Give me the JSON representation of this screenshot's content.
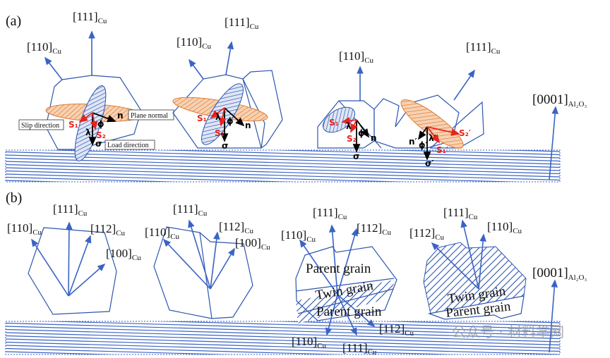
{
  "panel_a": {
    "label": "(a)",
    "axis_labels": [
      {
        "index": "[111]",
        "sub": "Cu"
      },
      {
        "index": "[110]",
        "sub": "Cu"
      },
      {
        "index": "[110]",
        "sub": "Cu"
      },
      {
        "index": "[111]",
        "sub": "Cu"
      },
      {
        "index": "[110]",
        "sub": "Cu"
      },
      {
        "index": "[111]",
        "sub": "Cu"
      }
    ],
    "substrate_label": {
      "index": "[0001]",
      "sub": "Al₂O₃"
    },
    "annotations": {
      "slip_direction": "Slip direction",
      "plane_normal": "Plane normal",
      "load_direction": "Load direction"
    },
    "symbols": {
      "s1": "S₁",
      "s2": "S₂",
      "n": "n",
      "phi": "ϕ",
      "lambda": "λ",
      "sigma": "σ",
      "s1p": "S₁′",
      "s2p": "S₂′",
      "np": "n′",
      "phip": "ϕ′",
      "lambdap": "λ′",
      "sigmap": "σ′"
    }
  },
  "panel_b": {
    "label": "(b)",
    "axis_labels": [
      {
        "index": "[111]",
        "sub": "Cu"
      },
      {
        "index": "[110]",
        "sub": "Cu"
      },
      {
        "index": "[112]",
        "sub": "Cu"
      },
      {
        "index": "[100]",
        "sub": "Cu"
      },
      {
        "index": "[111]",
        "sub": "Cu"
      },
      {
        "index": "[110]",
        "sub": "Cu"
      },
      {
        "index": "[112]",
        "sub": "Cu"
      },
      {
        "index": "[100]",
        "sub": "Cu"
      },
      {
        "index": "[111]",
        "sub": "Cu"
      },
      {
        "index": "[110]",
        "sub": "Cu"
      },
      {
        "index": "[112]",
        "sub": "Cu"
      },
      {
        "index": "[110]",
        "sub": "Cu"
      },
      {
        "index": "[111]",
        "sub": "Cu"
      },
      {
        "index": "[112]",
        "sub": "Cu"
      },
      {
        "index": "[111]",
        "sub": "Cu"
      },
      {
        "index": "[112]",
        "sub": "Cu"
      },
      {
        "index": "[110]",
        "sub": "Cu"
      }
    ],
    "substrate_label": {
      "index": "[0001]",
      "sub": "Al₂O₃"
    },
    "grain_labels": {
      "parent_top": "Parent grain",
      "twin": "Twin grain",
      "parent_bottom": "Parent grain",
      "twin_2": "Twin grain",
      "parent_2": "Parent grain"
    }
  },
  "watermark": "公众号 · 材料学网",
  "colors": {
    "grain": "#2f56b0",
    "orange": "#e07a30",
    "red": "#e8231e"
  }
}
